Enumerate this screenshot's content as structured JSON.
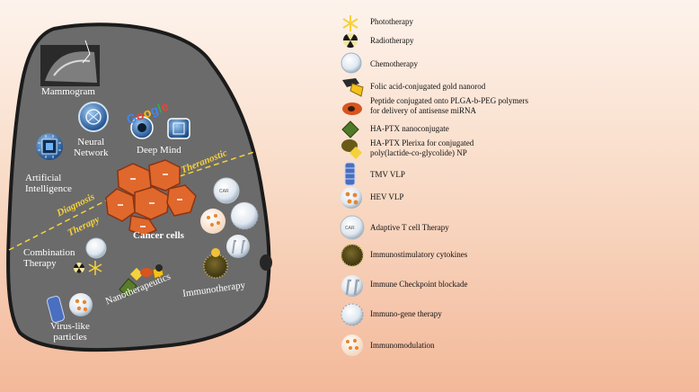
{
  "diagram": {
    "center": "Cancer cells",
    "regions": {
      "diagnosis": "Diagnosis",
      "therapy": "Therapy",
      "theranostic": "Theranostic"
    },
    "nodes": {
      "mammogram": "Mammogram",
      "neural_network": [
        "Neural",
        "Network"
      ],
      "deep_mind": "Deep Mind",
      "artificial_intelligence": [
        "Artificial",
        "Intelligence"
      ],
      "combination_therapy": [
        "Combination",
        "Therapy"
      ],
      "virus_like_particles": [
        "Virus-like",
        "particles"
      ],
      "nanotherapeutics": "Nanotherapeutics",
      "immunotherapy": "Immunotherapy"
    }
  },
  "legend": [
    {
      "icon": "phototherapy-icon",
      "lines": [
        "Phototherapy"
      ]
    },
    {
      "icon": "radiotherapy-icon",
      "lines": [
        "Radiotherapy"
      ]
    },
    {
      "icon": "chemotherapy-icon",
      "lines": [
        "Chemotherapy"
      ]
    },
    {
      "icon": "gold-nanorod-icon",
      "lines": [
        "Folic acid-conjugated  gold nanorod"
      ]
    },
    {
      "icon": "plga-peg-icon",
      "lines": [
        "Peptide conjugated onto PLGA-b-PEG polymers",
        "for delivery  of antisense miRNA"
      ]
    },
    {
      "icon": "ha-ptx-icon",
      "lines": [
        "HA-PTX nanoconjugate"
      ]
    },
    {
      "icon": "plerixa-icon",
      "lines": [
        "HA-PTX Plerixa  for conjugated",
        "poly(lactide-co-glycolide)  NP"
      ]
    },
    {
      "icon": "tmv-vlp-icon",
      "lines": [
        "TMV VLP"
      ]
    },
    {
      "icon": "hev-vlp-icon",
      "lines": [
        "HEV VLP"
      ]
    },
    {
      "icon": "t-cell-icon",
      "lines": [
        "Adaptive T  cell Therapy"
      ]
    },
    {
      "icon": "cytokine-icon",
      "lines": [
        "Immunostimulatory cytokines"
      ]
    },
    {
      "icon": "checkpoint-icon",
      "lines": [
        "Immune  Checkpoint blockade"
      ]
    },
    {
      "icon": "immuno-gene-icon",
      "lines": [
        "Immuno-gene therapy"
      ]
    },
    {
      "icon": "immunomodulation-icon",
      "lines": [
        "Immunomodulation"
      ]
    }
  ],
  "colors": {
    "blob": "#6b6b6b",
    "cell": "#e0682c",
    "axis": "#f5d23a",
    "legend_text": "#111111"
  }
}
